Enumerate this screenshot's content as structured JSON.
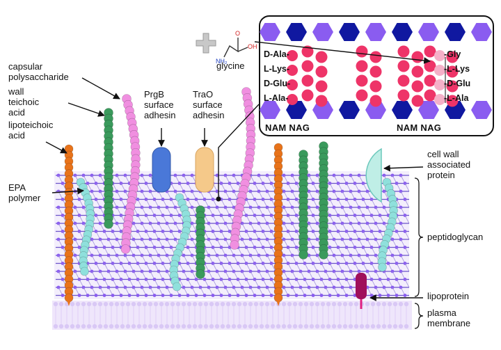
{
  "labels": {
    "capsular": "capsular\npolysaccharide",
    "wall_teichoic": "wall\nteichoic\nacid",
    "lipoteichoic": "lipoteichoic\nacid",
    "epa": "EPA\npolymer",
    "prgb": "PrgB\nsurface\nadhesin",
    "trao": "TraO\nsurface\nadhesin",
    "cell_wall_protein": "cell wall\nassociated\nprotein",
    "peptidoglycan": "peptidoglycan",
    "lipoprotein": "lipoprotein",
    "plasma_membrane": "plasma\nmembrane",
    "glycine": "glycine"
  },
  "inset": {
    "left_peptide": "D-Ala-\nL-Lys-\nD-Glu-\nL-Ala-",
    "right_peptide": "-Gly\n-L-Lys\n-D-Glu\n-L-Ala",
    "left_sugars": "NAM NAG",
    "right_sugars": "NAM NAG",
    "glycine_atoms": {
      "o": "O",
      "oh": "OH",
      "nh2": "NH₂"
    }
  },
  "colors": {
    "orange": "#e8731a",
    "green": "#3a9a5c",
    "pink": "#f08fe0",
    "teal": "#8fe0dc",
    "purple": "#8a5cf0",
    "navy": "#1018a0",
    "red_pink": "#ee3468",
    "blue_adhesin": "#4a78d8",
    "yellow_adhesin": "#f5c98a",
    "lipoprotein": "#a0105a",
    "membrane": "#d9c8f5"
  },
  "icons": [
    "plus-icon"
  ]
}
